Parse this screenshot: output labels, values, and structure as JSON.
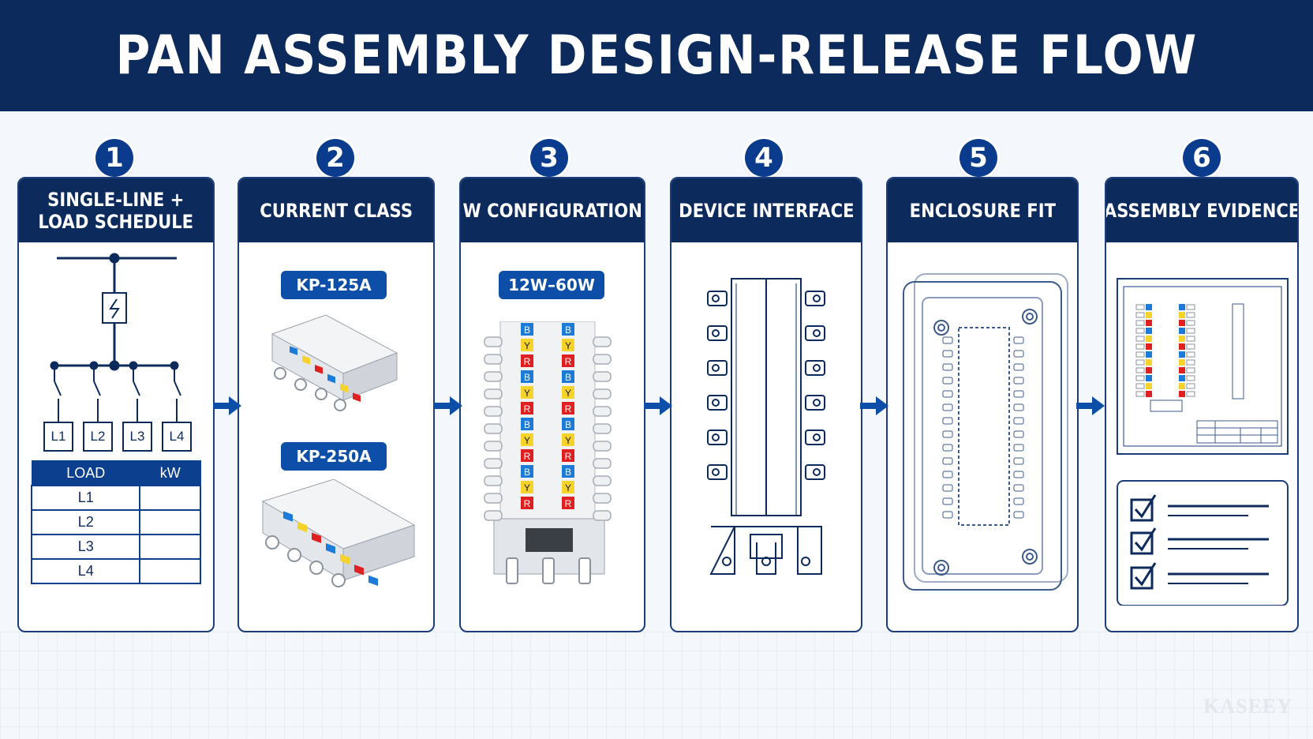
{
  "title": "PAN ASSEMBLY DESIGN-RELEASE FLOW",
  "colors": {
    "navy": "#0c2a5c",
    "accent": "#0d4fa8",
    "red": "#e02020",
    "yellow": "#f6d32a",
    "blue": "#1c7ad8"
  },
  "steps": [
    {
      "num": "1",
      "title_line1": "SINGLE-LINE +",
      "title_line2": "LOAD SCHEDULE"
    },
    {
      "num": "2",
      "title": "CURRENT CLASS"
    },
    {
      "num": "3",
      "title": "W CONFIGURATION"
    },
    {
      "num": "4",
      "title": "DEVICE INTERFACE"
    },
    {
      "num": "5",
      "title": "ENCLOSURE FIT"
    },
    {
      "num": "6",
      "title": "ASSEMBLY EVIDENCE"
    }
  ],
  "single_line": {
    "loads": [
      "L1",
      "L2",
      "L3",
      "L4"
    ],
    "table": {
      "headers": [
        "LOAD",
        "kW"
      ],
      "rows": [
        "L1",
        "L2",
        "L3",
        "L4"
      ]
    }
  },
  "current_class": {
    "labels": [
      "KP-125A",
      "KP-250A"
    ]
  },
  "w_config": {
    "label": "12W–60W",
    "phase_letters": [
      "B",
      "Y",
      "R"
    ]
  },
  "watermark": "KASEEY",
  "icons": [
    "arrow-right-icon",
    "checkbox-checked-icon"
  ]
}
